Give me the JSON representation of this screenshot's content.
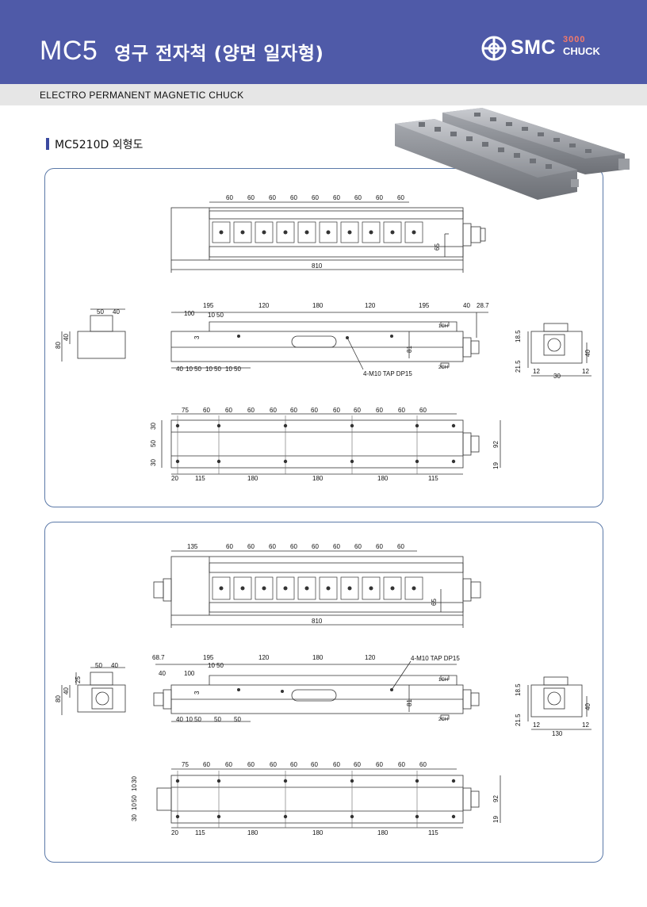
{
  "header": {
    "model": "MC5",
    "korean_title": "영구 전자척 (양면 일자형)",
    "logo_text": "SMC",
    "logo_number": "3000",
    "logo_sub": "CHUCK"
  },
  "subtitle": "ELECTRO PERMANENT MAGNETIC CHUCK",
  "section_title": "MC5210D 외형도",
  "drawing1": {
    "top_view": {
      "pitch_labels": [
        "60",
        "60",
        "60",
        "60",
        "60",
        "60",
        "60",
        "60",
        "60"
      ],
      "height_dim": "65",
      "total_length": "810"
    },
    "side_view": {
      "top_dims": [
        "195",
        "120",
        "180",
        "120",
        "195",
        "40",
        "28.7"
      ],
      "upper_dims": [
        "100",
        "10",
        "50"
      ],
      "bottom_dims": [
        "40",
        "10",
        "50",
        "10",
        "50",
        "10",
        "50"
      ],
      "small_dim": "3",
      "right_dim": "81",
      "tap_note": "4-M10 TAP DP15",
      "tag_top": "1CH",
      "tag_bottom": "2CH"
    },
    "end_view_left": {
      "top_dims": [
        "50",
        "40"
      ],
      "left_dims": [
        "80",
        "40"
      ]
    },
    "end_view_right": {
      "dims": [
        "18.5",
        "21.5",
        "40",
        "12",
        "30",
        "12"
      ]
    },
    "bottom_view": {
      "pitch_labels": [
        "75",
        "60",
        "60",
        "60",
        "60",
        "60",
        "60",
        "60",
        "60",
        "60",
        "60",
        "60"
      ],
      "bottom_dims": [
        "20",
        "115",
        "180",
        "180",
        "180",
        "115"
      ],
      "left_dims": [
        "30",
        "50",
        "30"
      ],
      "right_dims": [
        "92",
        "19"
      ]
    }
  },
  "drawing2": {
    "top_view": {
      "pitch_labels": [
        "135",
        "60",
        "60",
        "60",
        "60",
        "60",
        "60",
        "60",
        "60",
        "60"
      ],
      "height_dim": "65",
      "total_length": "810"
    },
    "side_view": {
      "top_dims": [
        "68.7",
        "195",
        "120",
        "180",
        "120"
      ],
      "upper_dims": [
        "40",
        "100",
        "10",
        "50"
      ],
      "bottom_dims": [
        "40",
        "10",
        "50",
        "50",
        "50"
      ],
      "small_dim": "3",
      "right_dim": "81",
      "tap_note": "4-M10 TAP DP15",
      "tag_top": "1CH",
      "tag_bottom": "2CH"
    },
    "end_view_left": {
      "top_dims": [
        "50",
        "40"
      ],
      "left_dims": [
        "80",
        "40",
        "25"
      ]
    },
    "end_view_right": {
      "dims": [
        "18.5",
        "21.5",
        "40",
        "12",
        "130",
        "12"
      ]
    },
    "bottom_view": {
      "pitch_labels": [
        "75",
        "60",
        "60",
        "60",
        "60",
        "60",
        "60",
        "60",
        "60",
        "60",
        "60",
        "60"
      ],
      "bottom_dims": [
        "20",
        "115",
        "180",
        "180",
        "180",
        "115"
      ],
      "left_dims": [
        "30",
        "10",
        "50",
        "10",
        "30"
      ],
      "right_dims": [
        "92",
        "19"
      ]
    }
  }
}
